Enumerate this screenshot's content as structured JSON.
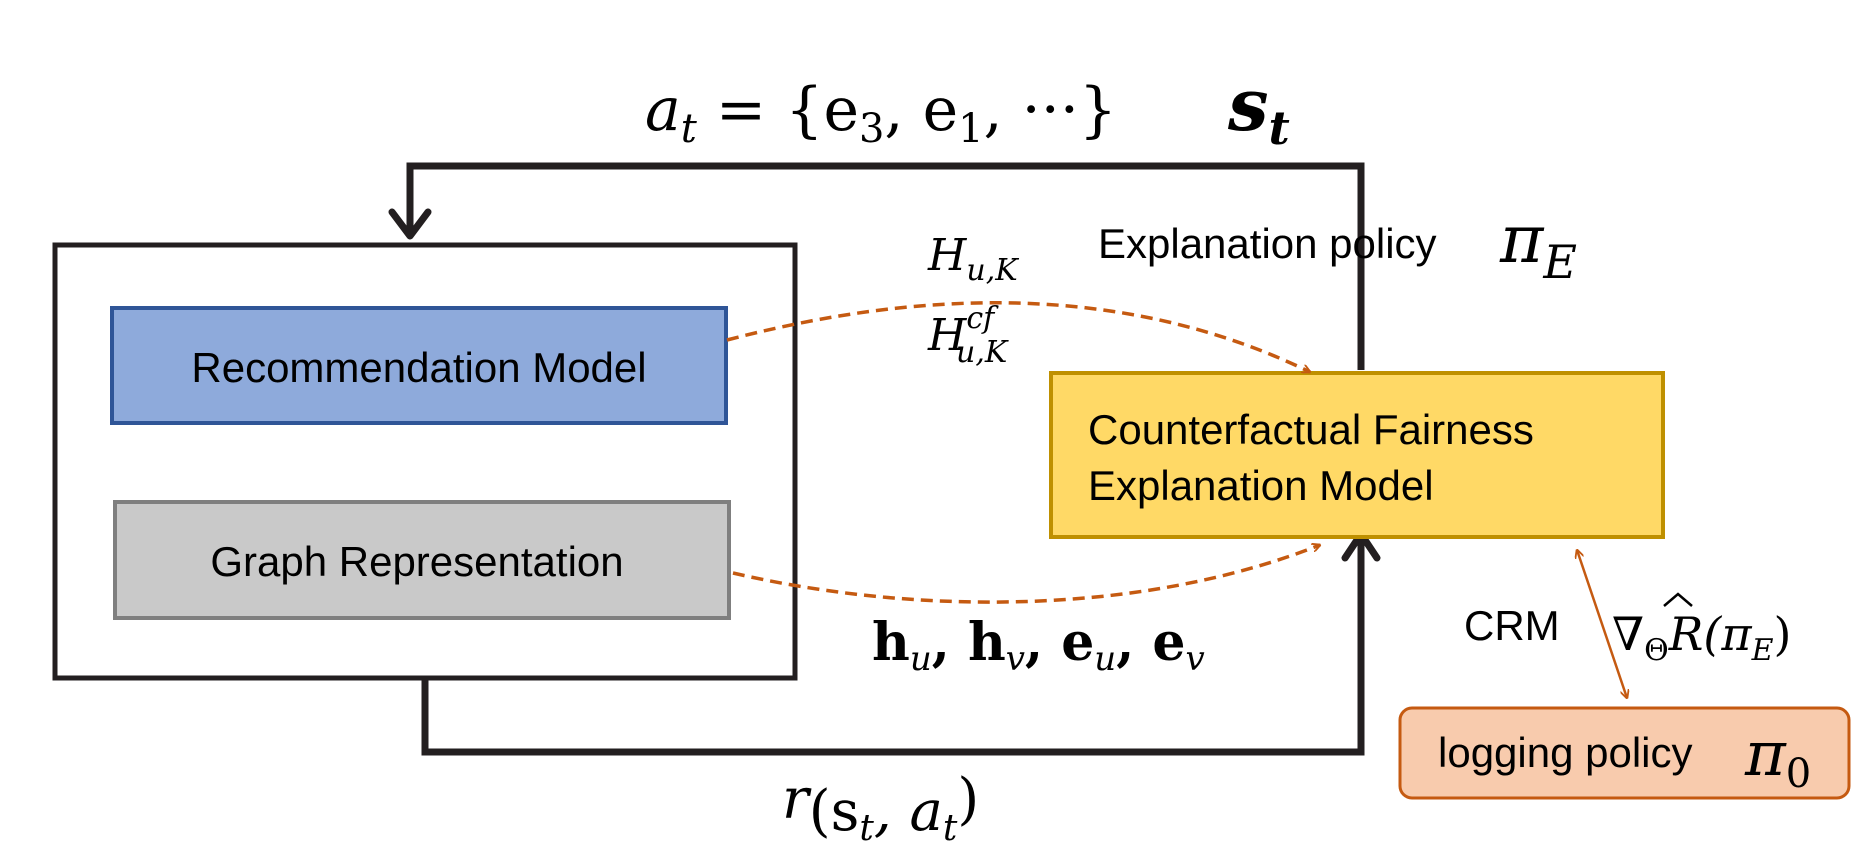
{
  "labels": {
    "recommendation_model": "Recommendation Model",
    "graph_representation": "Graph Representation",
    "cf_model_line1": "Counterfactual Fairness",
    "cf_model_line2": "Explanation Model",
    "explanation_policy": "Explanation policy",
    "logging_policy": "logging policy",
    "crm": "CRM"
  },
  "math": {
    "action_lhs": "a",
    "action_sub": "t",
    "action_eq": " = {e",
    "action_e3_sub": "3",
    "action_mid": ", e",
    "action_e1_sub": "1",
    "action_tail": ", ···}",
    "state": "s",
    "state_sub": "t",
    "pi": "π",
    "pi_E_sub": "E",
    "pi_0_sub": "0",
    "H": "H",
    "H_sub": "u,K",
    "H_cf_sup": "cf",
    "embeddings": "h",
    "emb_sub_u": "u",
    "emb_sub_v": "v",
    "e_vec": "e",
    "comma": ", ",
    "reward": "r",
    "reward_args": "(s",
    "reward_args_sub": "t",
    "reward_args_tail": ", a",
    "reward_close_sub": "t",
    "reward_close": ")",
    "gradient": "∇",
    "gradient_sub": "Θ",
    "R_hat": "R",
    "R_args_open": "(π",
    "R_args_sub": "E",
    "R_args_close": ")"
  },
  "colors": {
    "blue_fill": "#8eaadb",
    "blue_border": "#2f5597",
    "gray_fill": "#c9c9c9",
    "gray_border": "#7f7f7f",
    "yellow_fill": "#ffd966",
    "yellow_border": "#bf9000",
    "orange_fill": "#f8cbad",
    "orange_border": "#c55a11",
    "arrow_orange": "#c55a11"
  }
}
